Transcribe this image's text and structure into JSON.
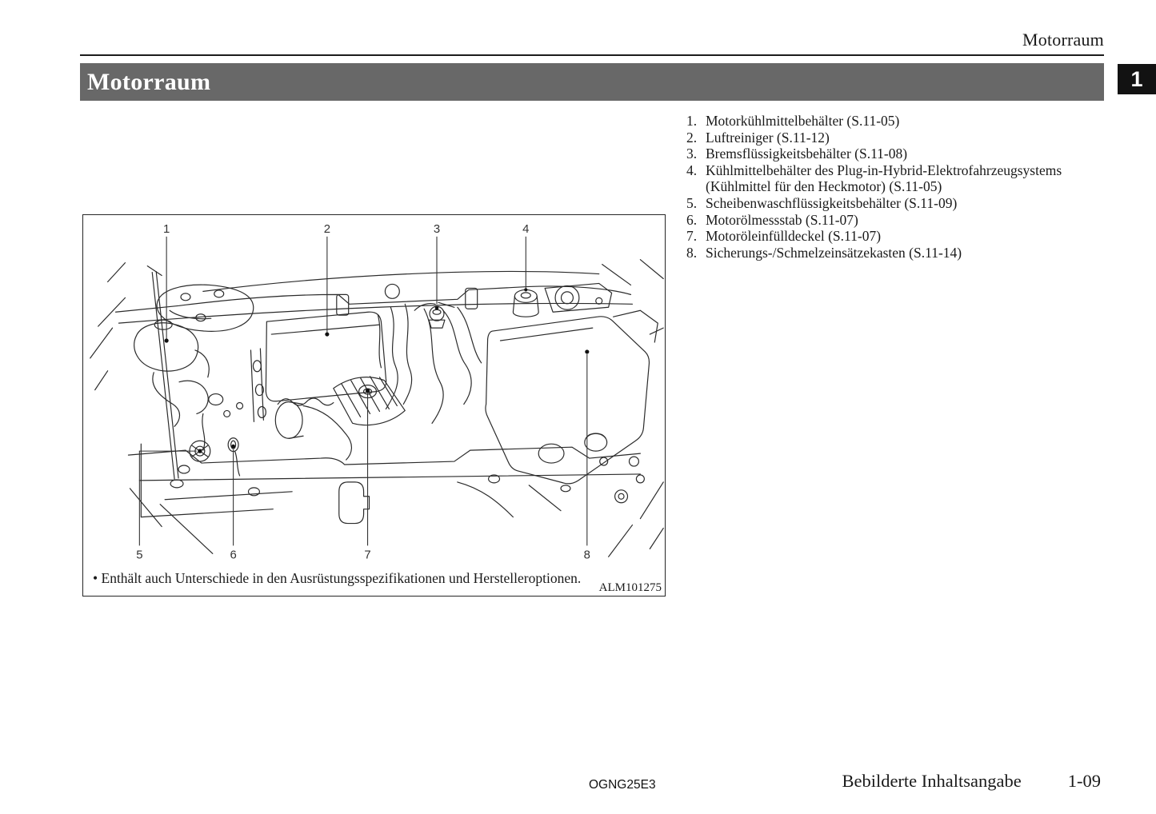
{
  "page": {
    "running_header": "Motorraum",
    "section_title": "Motorraum",
    "chapter_tab": "1"
  },
  "legend": {
    "items": [
      {
        "label": "1.",
        "text": "Motorkühlmittelbehälter (S.11-05)"
      },
      {
        "label": "2.",
        "text": "Luftreiniger (S.11-12)"
      },
      {
        "label": "3.",
        "text": "Bremsflüssigkeitsbehälter (S.11-08)"
      },
      {
        "label": "4.",
        "text": "Kühlmittelbehälter des Plug-in-Hybrid-Elektrofahrzeugsystems",
        "text2": "(Kühlmittel für den Heckmotor) (S.11-05)"
      },
      {
        "label": "5.",
        "text": "Scheibenwaschflüssigkeitsbehälter (S.11-09)"
      },
      {
        "label": "6.",
        "text": "Motorölmessstab (S.11-07)"
      },
      {
        "label": "7.",
        "text": "Motoröleinfülldeckel (S.11-07)"
      },
      {
        "label": "8.",
        "text": "Sicherungs-/Schmelzeinsätzekasten (S.11-14)"
      }
    ]
  },
  "figure": {
    "callouts": [
      "1",
      "2",
      "3",
      "4",
      "5",
      "6",
      "7",
      "8"
    ],
    "note": "• Enthält auch Unterschiede in den Ausrüstungsspezifikationen und Herstelleroptionen.",
    "code": "ALM101275"
  },
  "footer": {
    "doc_code": "OGNG25E3",
    "chapter_name": "Bebilderte Inhaltsangabe",
    "page_number": "1-09"
  },
  "colors": {
    "title_bar": "#686868",
    "tab_bg": "#121212"
  }
}
